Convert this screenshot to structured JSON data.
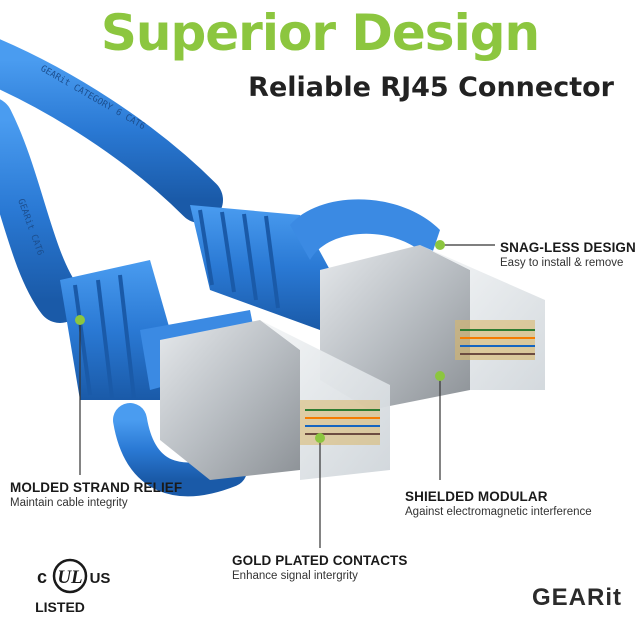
{
  "header": {
    "title": "Superior Design",
    "subtitle": "Reliable RJ45 Connector"
  },
  "callouts": [
    {
      "id": "snagless",
      "title": "SNAG-LESS DESIGN",
      "desc": "Easy to install & remove"
    },
    {
      "id": "strand",
      "title": "MOLDED STRAND RELIEF",
      "desc": "Maintain cable integrity"
    },
    {
      "id": "shielded",
      "title": "SHIELDED MODULAR",
      "desc": "Against electromagnetic interference"
    },
    {
      "id": "gold",
      "title": "GOLD PLATED CONTACTS",
      "desc": "Enhance signal intergrity"
    }
  ],
  "certification": {
    "mark": "UL",
    "left": "c",
    "right": "US",
    "listed": "LISTED"
  },
  "brand": {
    "name": "GEARit"
  },
  "cable_print": {
    "upper": "GEARit CATEGORY 6 CAT6",
    "lower": "GEARit CAT6"
  },
  "colors": {
    "accent_green": "#8cc63f",
    "cable_blue": "#2a79d4",
    "connector_silver": "#b9bec3"
  }
}
